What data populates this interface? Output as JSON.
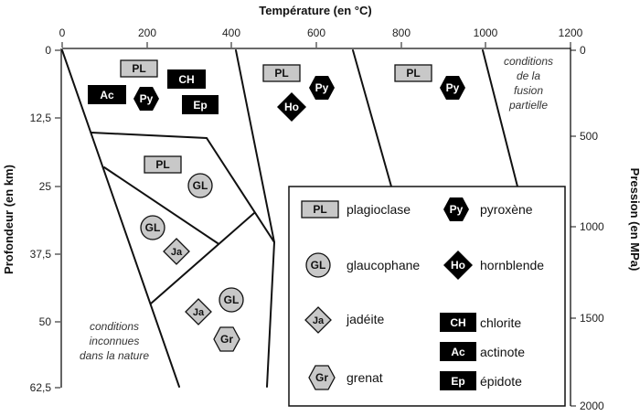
{
  "axes": {
    "x_title": "Température (en °C)",
    "y_left_title": "Profondeur (en km)",
    "y_right_title": "Pression (en MPa)",
    "x_ticks": [
      "0",
      "200",
      "400",
      "600",
      "800",
      "1000",
      "1200"
    ],
    "y_left_ticks": [
      "0",
      "12,5",
      "25",
      "37,5",
      "50",
      "62,5"
    ],
    "y_right_ticks": [
      "0",
      "500",
      "1000",
      "1500",
      "2000"
    ]
  },
  "notes": {
    "fusion": [
      "conditions",
      "de la",
      "fusion",
      "partielle"
    ],
    "unknown": [
      "conditions",
      "inconnues",
      "dans la nature"
    ]
  },
  "symbols": {
    "PL": "PL",
    "CH": "CH",
    "Ac": "Ac",
    "Ep": "Ep",
    "Py": "Py",
    "Ho": "Ho",
    "GL": "GL",
    "Ja": "Ja",
    "Gr": "Gr"
  },
  "legend": {
    "plagioclase": "plagioclase",
    "glaucophane": "glaucophane",
    "jadeite": "jadéite",
    "grenat": "grenat",
    "pyroxene": "pyroxène",
    "hornblende": "hornblende",
    "chlorite": "chlorite",
    "actinote": "actinote",
    "epidote": "épidote"
  },
  "colors": {
    "gray_fill": "#c8c8c8",
    "black": "#000000",
    "stroke": "#111111"
  }
}
